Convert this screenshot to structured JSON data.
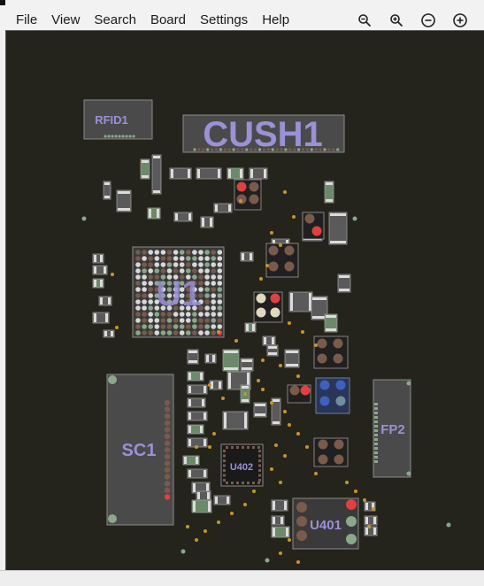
{
  "menu": [
    "File",
    "View",
    "Search",
    "Board",
    "Settings",
    "Help"
  ],
  "toolbar": {
    "icons": [
      "zoom-out-icon",
      "zoom-in-icon",
      "zoom-fit-icon",
      "zoom-full-icon"
    ]
  },
  "board": {
    "labels": {
      "rfid1": "RFID1",
      "cush1": "CUSH1",
      "u1": "U1",
      "sc1": "SC1",
      "fp2": "FP2",
      "u402": "U402",
      "u401": "U401"
    },
    "colors": {
      "background": "#25241c",
      "label": "#9a91d6",
      "pad_white": "#d8d8d8",
      "pad_brown": "#7a5a4a",
      "pad_green": "#8aa88a",
      "pad_red": "#e04040",
      "pad_blue": "#4060c0",
      "via_gold": "#c89628"
    }
  }
}
